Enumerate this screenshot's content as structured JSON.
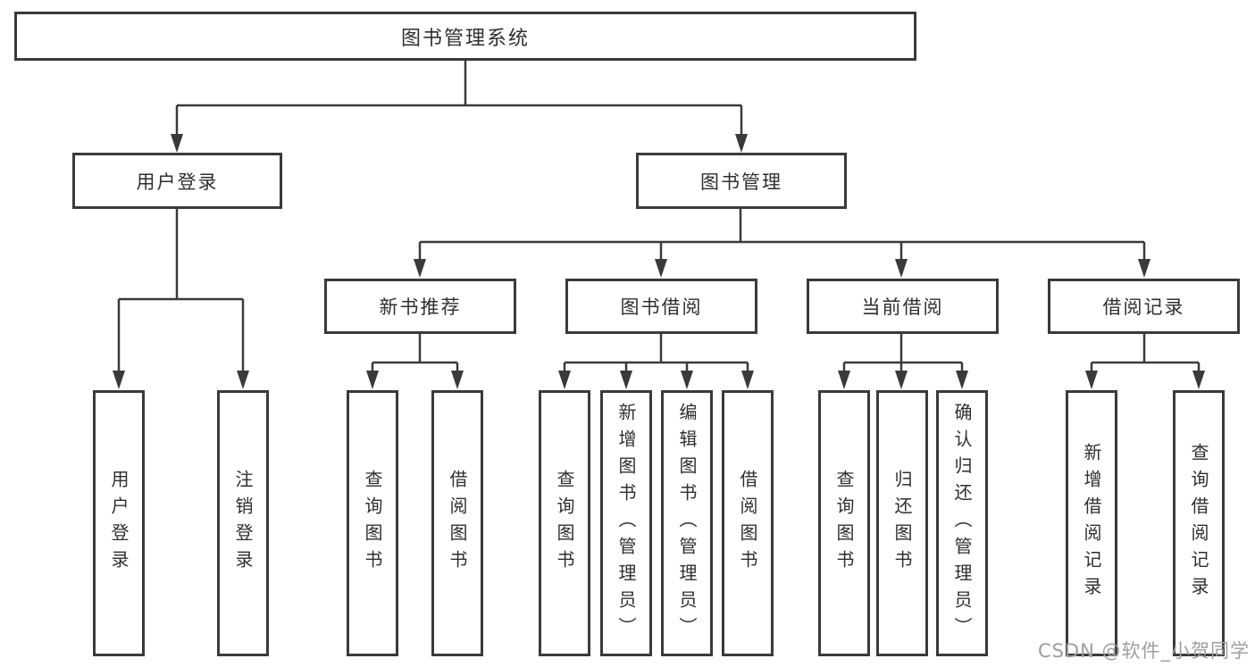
{
  "tree": {
    "label": "图书管理系统",
    "children": [
      {
        "label": "用户登录",
        "children": [
          {
            "label": "用户登录"
          },
          {
            "label": "注销登录"
          }
        ]
      },
      {
        "label": "图书管理",
        "children": [
          {
            "label": "新书推荐",
            "children": [
              {
                "label": "查询图书"
              },
              {
                "label": "借阅图书"
              }
            ]
          },
          {
            "label": "图书借阅",
            "children": [
              {
                "label": "查询图书"
              },
              {
                "label": "新增图书（管理员）"
              },
              {
                "label": "编辑图书（管理员）"
              },
              {
                "label": "借阅图书"
              }
            ]
          },
          {
            "label": "当前借阅",
            "children": [
              {
                "label": "查询图书"
              },
              {
                "label": "归还图书"
              },
              {
                "label": "确认归还（管理员）"
              }
            ]
          },
          {
            "label": "借阅记录",
            "children": [
              {
                "label": "新增借阅记录"
              },
              {
                "label": "查询借阅记录"
              }
            ]
          }
        ]
      }
    ]
  },
  "watermark": {
    "text": "CSDN @软件_小贺同学"
  },
  "colors": {
    "line": "#3a3a3a",
    "box_border": "#3a3a3a",
    "text": "#2f2f2f",
    "watermark": "#9e9e9e",
    "background": "#ffffff"
  }
}
